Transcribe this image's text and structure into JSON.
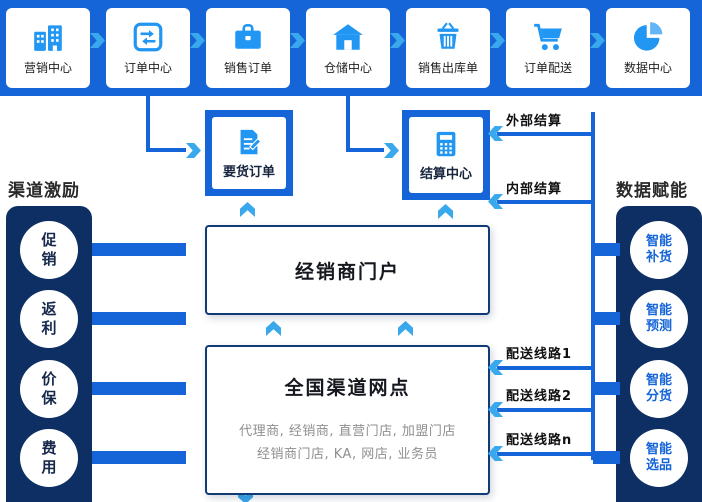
{
  "top_flow": {
    "items": [
      {
        "label": "营销中心",
        "icon": "building-icon"
      },
      {
        "label": "订单中心",
        "icon": "exchange-icon"
      },
      {
        "label": "销售订单",
        "icon": "briefcase-icon"
      },
      {
        "label": "仓储中心",
        "icon": "warehouse-icon"
      },
      {
        "label": "销售出库单",
        "icon": "basket-icon"
      },
      {
        "label": "订单配送",
        "icon": "cart-icon"
      },
      {
        "label": "数据中心",
        "icon": "pie-chart-icon"
      }
    ]
  },
  "mid": {
    "demand_order": {
      "label": "要货订单",
      "icon": "document-pencil-icon"
    },
    "settlement_center": {
      "label": "结算中心",
      "icon": "calculator-icon"
    },
    "external_settlement": "外部结算",
    "internal_settlement": "内部结算"
  },
  "center": {
    "portal_title": "经销商门户",
    "network_title": "全国渠道网点",
    "network_detail_line1": "代理商, 经销商, 直营门店, 加盟门店",
    "network_detail_line2": "经销商门店, KA, 网店, 业务员"
  },
  "left_panel": {
    "title": "渠道激励",
    "items": [
      "促销",
      "返利",
      "价保",
      "费用"
    ]
  },
  "right_panel": {
    "title": "数据赋能",
    "items": [
      "智能补货",
      "智能预测",
      "智能分货",
      "智能选品"
    ]
  },
  "delivery_routes": [
    "配送线路1",
    "配送线路2",
    "配送线路n"
  ],
  "colors": {
    "band_blue": "#1565d8",
    "icon_blue": "#2196f3",
    "navy": "#0d2f63",
    "arrow_blue": "#3aa8ec"
  }
}
